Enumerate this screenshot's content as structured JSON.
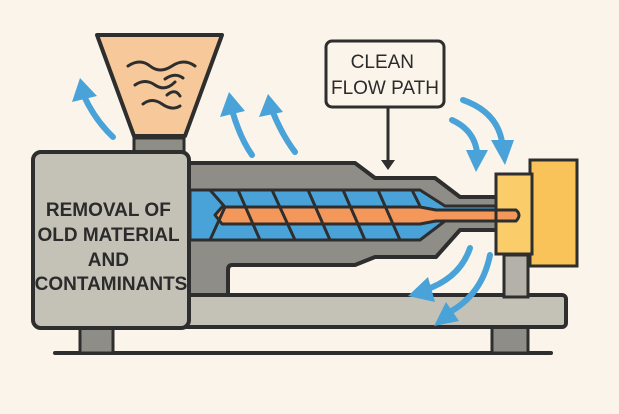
{
  "diagram": {
    "type": "injection-molding-purge-illustration",
    "labels": {
      "left_box": [
        "REMOVAL OF",
        "OLD MATERIAL",
        "AND",
        "CONTAMINANTS"
      ],
      "callout": [
        "CLEAN",
        "FLOW PATH"
      ]
    },
    "colors": {
      "background": "#fbf4ea",
      "outline": "#2e2e2e",
      "machine_gray": "#c4c2b7",
      "barrel_gray": "#8e8d88",
      "screw_blue": "#4aa3d8",
      "melt_orange": "#f4975a",
      "hopper_peach": "#f7c99a",
      "mold_yellow": "#f9c35a",
      "arrow_blue": "#4aa3d8"
    },
    "parts": [
      "hopper",
      "barrel",
      "screw",
      "nozzle",
      "mold",
      "control-box",
      "base-rail"
    ],
    "arrows": {
      "upward_near_hopper": 3,
      "downward_near_mold": 2,
      "curling_below_nozzle": 2
    }
  }
}
